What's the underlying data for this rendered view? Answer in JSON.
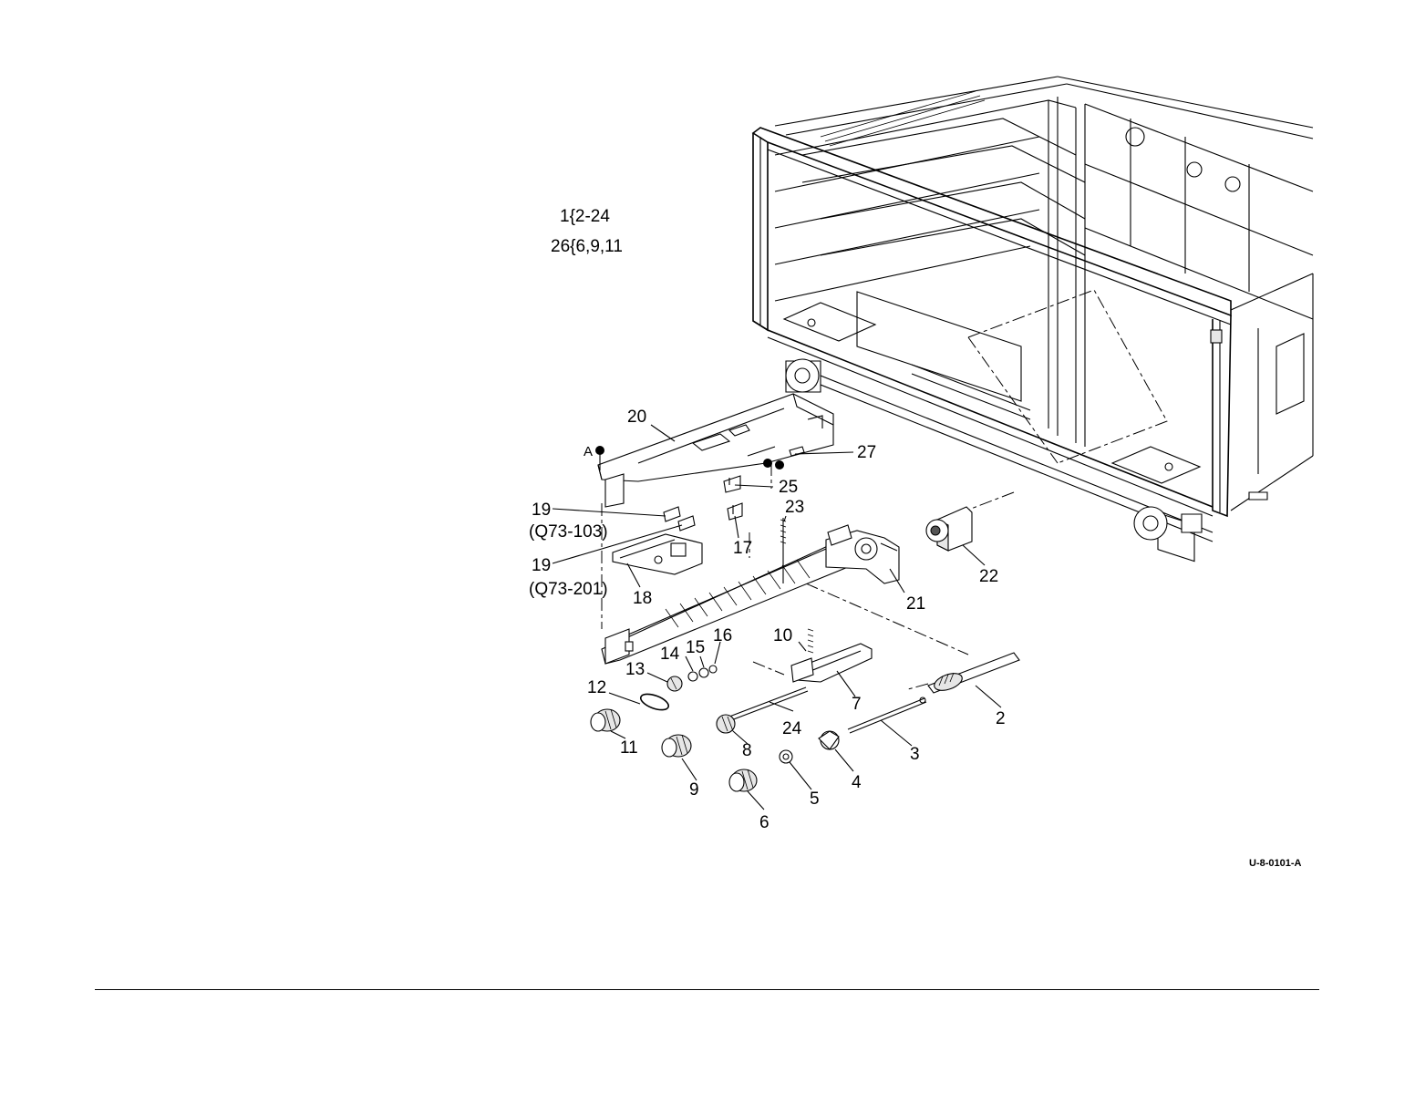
{
  "notes": {
    "line1": "1{2-24",
    "line2": "26{6,9,11"
  },
  "figure_id": "U-8-0101-A",
  "reference_marker": "A",
  "labels": {
    "p2": "2",
    "p3": "3",
    "p4": "4",
    "p5": "5",
    "p6": "6",
    "p7": "7",
    "p8": "8",
    "p9": "9",
    "p10": "10",
    "p11": "11",
    "p12": "12",
    "p13": "13",
    "p14": "14",
    "p15": "15",
    "p16": "16",
    "p17": "17",
    "p18": "18",
    "p19a": "19",
    "p19a_ref": "(Q73-103)",
    "p19b": "19",
    "p19b_ref": "(Q73-201)",
    "p20": "20",
    "p21": "21",
    "p22": "22",
    "p23": "23",
    "p24": "24",
    "p25": "25",
    "p27": "27"
  }
}
